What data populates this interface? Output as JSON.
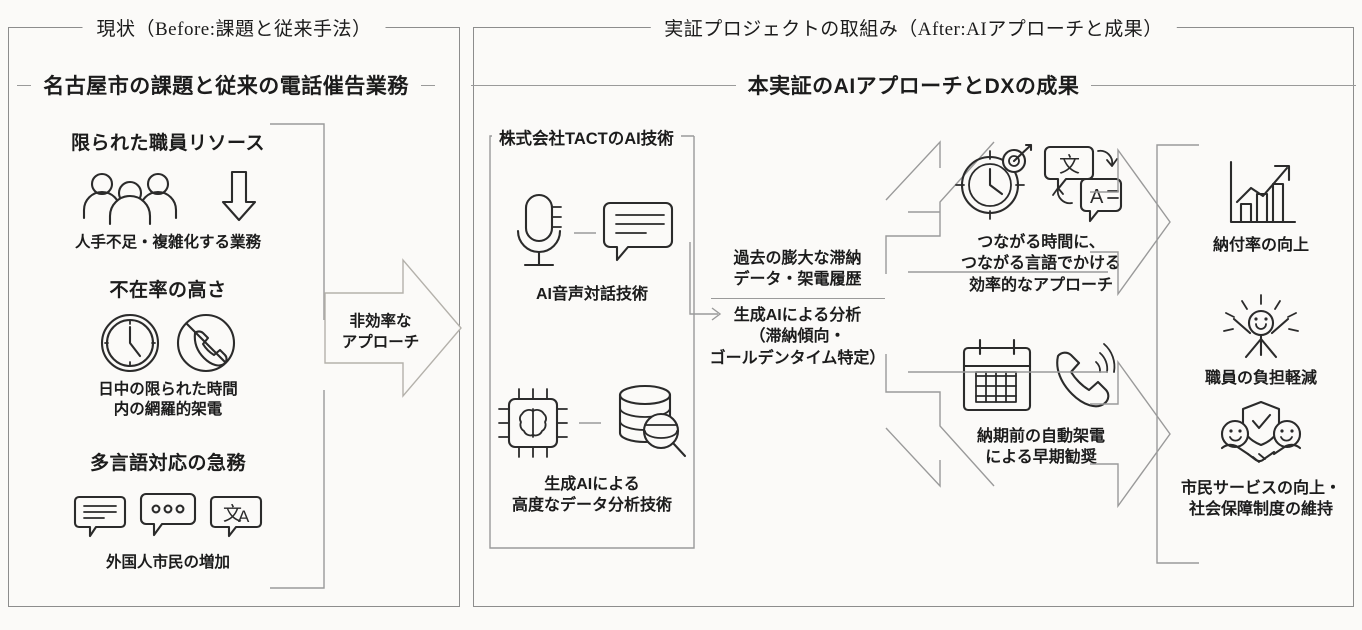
{
  "panels": {
    "before": {
      "caption": "現状（Before:課題と従来手法）",
      "section_title": "名古屋市の課題と従来の電話催告業務",
      "issues": [
        {
          "head": "限られた職員リソース",
          "caption": "人手不足・複雑化する業務",
          "icons": [
            "people-group-icon",
            "down-arrow-icon"
          ]
        },
        {
          "head": "不在率の高さ",
          "caption": "日中の限られた時間\n内の網羅的架電",
          "caption_line1": "日中の限られた時間",
          "caption_line2": "内の網羅的架電",
          "icons": [
            "clock-icon",
            "phone-crossed-icon"
          ]
        },
        {
          "head": "多言語対応の急務",
          "caption": "外国人市民の増加",
          "icons": [
            "speech-lines-icon",
            "speech-dots-icon",
            "translate-icon"
          ]
        }
      ]
    },
    "after": {
      "caption": "実証プロジェクトの取組み（After:AIアプローチと成果）",
      "section_title": "本実証のAIアプローチとDXの成果",
      "tact_box_label": "株式会社TACTのAI技術",
      "technologies": [
        {
          "caption": "AI音声対話技術",
          "icons": [
            "microphone-icon",
            "chat-bubble-icon"
          ]
        },
        {
          "caption_line1": "生成AIによる",
          "caption_line2": "高度なデータ分析技術",
          "icons": [
            "ai-chip-brain-icon",
            "database-search-icon"
          ]
        }
      ],
      "analysis": {
        "data_line1": "過去の膨大な滞納",
        "data_line2": "データ・架電履歴",
        "method_line1": "生成AIによる分析",
        "method_line2": "（滞納傾向・",
        "method_line3": "ゴールデンタイム特定）"
      },
      "approaches": [
        {
          "caption_line1": "つながる時間に、",
          "caption_line2": "つながる言語でかける",
          "caption_line3": "効率的なアプローチ",
          "icons": [
            "clock-target-icon",
            "language-translate-icon"
          ]
        },
        {
          "caption_line1": "納期前の自動架電",
          "caption_line2": "による早期勧奨",
          "icons": [
            "calendar-icon",
            "phone-ringing-icon"
          ]
        }
      ],
      "results": [
        {
          "caption": "納付率の向上",
          "icons": [
            "bar-chart-up-icon"
          ]
        },
        {
          "caption": "職員の負担軽減",
          "icons": [
            "cheering-person-icon"
          ]
        },
        {
          "caption_line1": "市民サービスの向上・",
          "caption_line2": "社会保障制度の維持",
          "icons": [
            "handshake-shield-icon"
          ]
        }
      ]
    }
  },
  "center_arrow": {
    "label_line1": "非効率な",
    "label_line2": "アプローチ",
    "icon": "right-chevron-arrow-icon"
  },
  "colors": {
    "background": "#fbfaf8",
    "frame_border": "#8d8d8d",
    "rule": "#9a9a9a",
    "ink": "#1c1c1c",
    "arrow_outline": "#b4b1ab"
  }
}
